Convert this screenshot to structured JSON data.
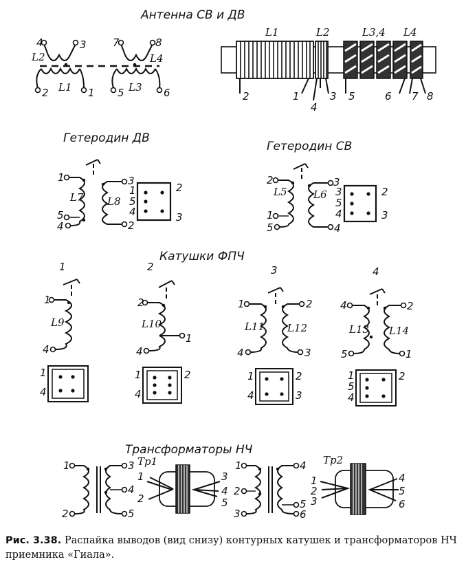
{
  "headings": {
    "antenna": "Антенна СВ и ДВ",
    "het_lw": "Гетеродин ДВ",
    "het_mw": "Гетеродин СВ",
    "fpch": "Катушки ФПЧ",
    "trans": "Трансформаторы   НЧ"
  },
  "antenna": {
    "schematic": {
      "coils": [
        "L1",
        "L2",
        "L3",
        "L4"
      ],
      "pins": [
        "1",
        "2",
        "3",
        "4",
        "5",
        "6",
        "7",
        "8"
      ]
    },
    "rod": {
      "coils": [
        "L1",
        "L2",
        "L3,4",
        "L4"
      ],
      "pins": [
        "2",
        "1",
        "4",
        "3",
        "5",
        "6",
        "7",
        "8"
      ]
    }
  },
  "heterodyne_lw": {
    "coils": [
      "L7",
      "L8"
    ],
    "pins": [
      "1",
      "5",
      "4",
      "3",
      "2"
    ],
    "base_pins": [
      "2",
      "1",
      "5",
      "4",
      "3"
    ]
  },
  "heterodyne_mw": {
    "coils": [
      "L5",
      "L6"
    ],
    "pins": [
      "2",
      "1",
      "5",
      "3",
      "4"
    ],
    "base_pins": [
      "2",
      "3",
      "5",
      "4",
      "3"
    ]
  },
  "fpch": [
    {
      "num": "1",
      "coils": [
        "L9"
      ],
      "pins": [
        "1",
        "4"
      ],
      "base_pins": [
        "1",
        "4"
      ]
    },
    {
      "num": "2",
      "coils": [
        "L10"
      ],
      "pins": [
        "2",
        "1",
        "4"
      ],
      "base_pins": [
        "1",
        "4",
        "2"
      ]
    },
    {
      "num": "3",
      "coils": [
        "L11",
        "L12"
      ],
      "pins": [
        "1",
        "4",
        "2",
        "3"
      ],
      "base_pins": [
        "1",
        "4",
        "2",
        "3"
      ]
    },
    {
      "num": "4",
      "coils": [
        "L13",
        "L14"
      ],
      "pins": [
        "4",
        "5",
        "2",
        "1"
      ],
      "base_pins": [
        "1",
        "5",
        "4",
        "2"
      ]
    }
  ],
  "transformers": {
    "tr1": {
      "schematic_pins": [
        "1",
        "2",
        "3",
        "4",
        "5"
      ],
      "label": "Tp1",
      "pins": [
        "1",
        "2",
        "3",
        "4",
        "5"
      ]
    },
    "tr2": {
      "schematic_pins": [
        "1",
        "2",
        "3",
        "4",
        "5",
        "6"
      ],
      "label": "Tp2",
      "pins": [
        "1",
        "2",
        "3",
        "4",
        "5",
        "6"
      ]
    }
  },
  "caption": {
    "fig": "Рис. 3.38.",
    "text": "Распайка выводов (вид снизу) контурных катушек и трансформаторов НЧ приемника «Гиала»."
  }
}
